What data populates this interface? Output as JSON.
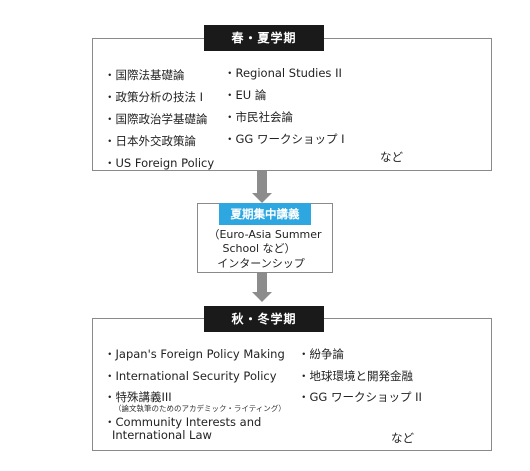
{
  "spring_summer": {
    "title": "春・夏学期",
    "left_items": [
      "・国際法基礎論",
      "・政策分析の技法 I",
      "・国際政治学基礎論",
      "・日本外交政策論",
      "・US Foreign Policy"
    ],
    "right_items": [
      "・Regional Studies II",
      "・EU 論",
      "・市民社会論",
      "・GG ワークショップ I"
    ],
    "etc": "など"
  },
  "summer_intensive": {
    "title": "夏期集中講義",
    "lines": [
      "（Euro-Asia Summer",
      "School など）",
      "インターンシップ"
    ]
  },
  "fall_winter": {
    "title": "秋・冬学期",
    "left_items": [
      "・Japan's Foreign Policy Making",
      "・International Security Policy",
      "・特殊講義III"
    ],
    "left_sub": "（論文執筆のためのアカデミック・ライティング）",
    "left_last_1": "・Community Interests and",
    "left_last_2": "International Law",
    "right_items": [
      "・紛争論",
      "・地球環境と開発金融",
      "・GG ワークショップ II"
    ],
    "etc": "など"
  },
  "colors": {
    "header_dark": "#1a1a1a",
    "header_blue": "#2ea6df",
    "arrow": "#8c8c8c"
  }
}
